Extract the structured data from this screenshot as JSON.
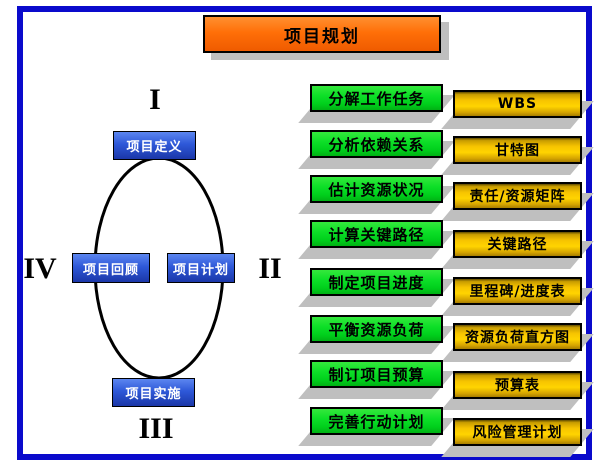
{
  "title": {
    "label": "项目规划"
  },
  "cycle": {
    "numerals": {
      "top": "I",
      "right": "II",
      "bottom": "III",
      "left": "IV"
    },
    "nodes": [
      {
        "position": "top",
        "label": "项目定义"
      },
      {
        "position": "right",
        "label": "项目计划"
      },
      {
        "position": "bottom",
        "label": "项目实施"
      },
      {
        "position": "left",
        "label": "项目回顾"
      }
    ]
  },
  "steps": [
    {
      "task": "分解工作任务",
      "output": "WBS"
    },
    {
      "task": "分析依赖关系",
      "output": "甘特图"
    },
    {
      "task": "估计资源状况",
      "output": "责任/资源矩阵"
    },
    {
      "task": "计算关键路径",
      "output": "关键路径"
    },
    {
      "task": "制定项目进度",
      "output": "里程碑/进度表"
    },
    {
      "task": "平衡资源负荷",
      "output": "资源负荷直方图"
    },
    {
      "task": "制订项目预算",
      "output": "预算表"
    },
    {
      "task": "完善行动计划",
      "output": "风险管理计划"
    }
  ],
  "colors": {
    "frame_border": "#0a0acc",
    "title_bg": "#ff6f08",
    "task_bg": "#00d91f",
    "output_bg": "#ffc800",
    "node_bg": "#2e58d8",
    "shadow": "#bfbfbf",
    "ellipse_stroke": "#000000"
  }
}
